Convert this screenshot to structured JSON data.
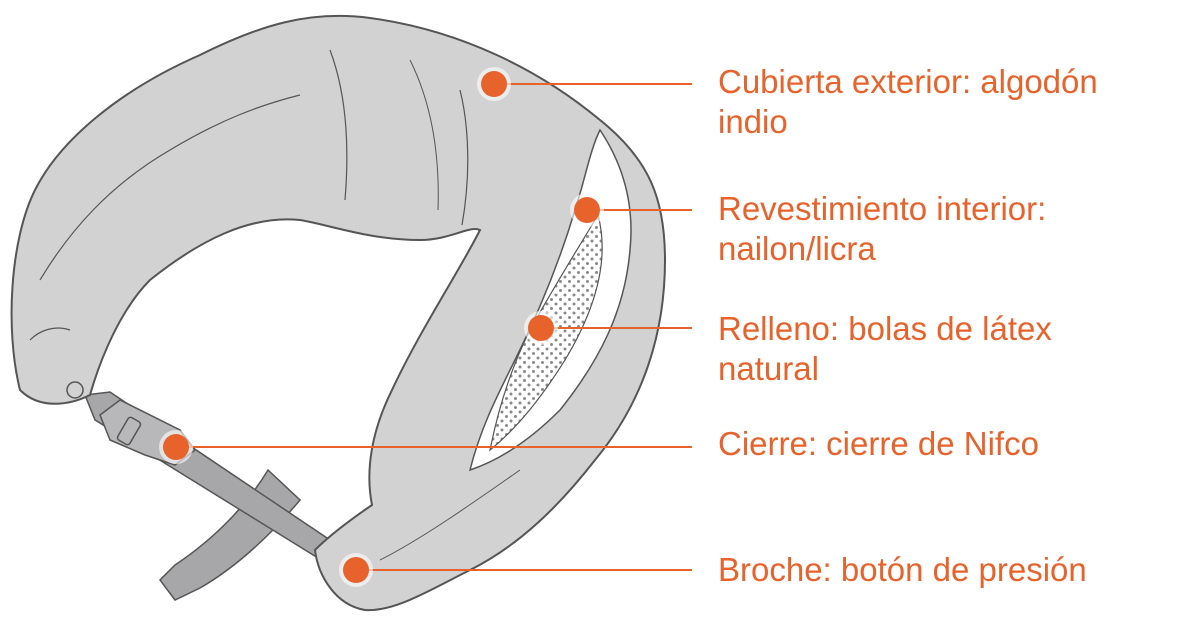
{
  "colors": {
    "accent": "#e8622b",
    "pillow_fill": "#d2d2d3",
    "pillow_outline": "#555555",
    "liner_fill": "#ffffff",
    "filling_dots": "#8a8a8a",
    "strap_fill": "#a7a7a9"
  },
  "callouts": [
    {
      "id": "outer-cover",
      "lines": [
        "Cubierta exterior: algodón",
        "indio"
      ]
    },
    {
      "id": "inner-lining",
      "lines": [
        "Revestimiento interior:",
        "nailon/licra"
      ]
    },
    {
      "id": "filling",
      "lines": [
        "Relleno: bolas de látex",
        "natural"
      ]
    },
    {
      "id": "clasp",
      "lines": [
        "Cierre: cierre de Nifco"
      ]
    },
    {
      "id": "snap",
      "lines": [
        "Broche: botón de presión"
      ]
    }
  ]
}
